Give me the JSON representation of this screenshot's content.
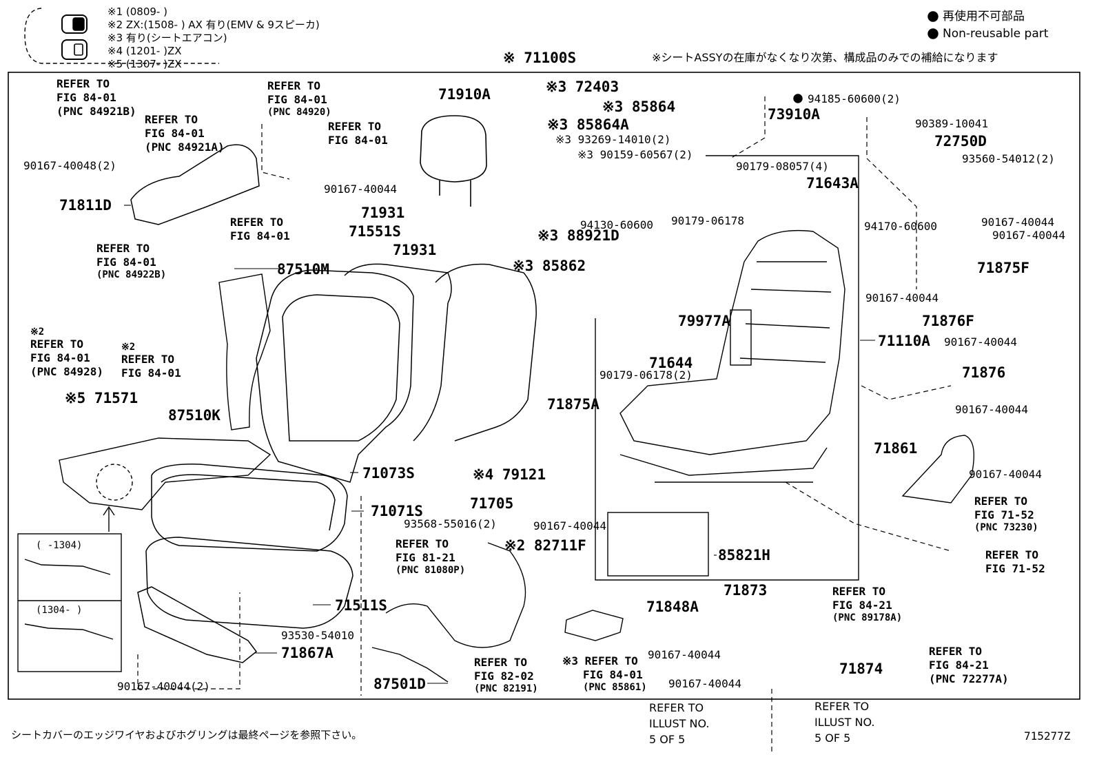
{
  "header": {
    "notes": [
      "※1 (0809-      )",
      "※2 ZX:(1508-      ) AX 有り(EMV & 9スピーカ)",
      "※3 有り(シートエアコン)",
      "※4 (1201-      )ZX",
      "※5 (1307-      )ZX"
    ],
    "assembly": "※ 71100S",
    "supply_note": "※シートASSYの在庫がなくなり次第、構成品のみでの補給になります",
    "legend_jp": "再使用不可部品",
    "legend_en": "Non-reusable part"
  },
  "footer": {
    "note_jp": "シートカバーのエッジワイヤおよびホグリングは最終ページを参照下さい。",
    "illust_number": "715277Z",
    "ref_left": [
      "REFER TO",
      "ILLUST NO.",
      "5 OF 5"
    ],
    "ref_right": [
      "REFER TO",
      "ILLUST NO.",
      "5 OF 5"
    ]
  },
  "inset": {
    "top_label": "(      -1304)",
    "bottom_label": "(1304-      )"
  },
  "refs": {
    "r1": [
      "REFER TO",
      "FIG 84-01",
      "(PNC 84921B)"
    ],
    "r2": [
      "REFER TO",
      "FIG 84-01",
      "(PNC 84921A)"
    ],
    "r3": [
      "REFER TO",
      "FIG 84-01",
      "(PNC 84920)"
    ],
    "r4": [
      "REFER TO",
      "FIG 84-01"
    ],
    "r5": [
      "REFER TO",
      "FIG 84-01"
    ],
    "r6": [
      "REFER TO",
      "FIG 84-01",
      "(PNC 84922B)"
    ],
    "r7": [
      "※2",
      "REFER TO",
      "FIG 84-01",
      "(PNC 84928)"
    ],
    "r8": [
      "※2",
      "REFER TO",
      "FIG 84-01"
    ],
    "r9": [
      "REFER TO",
      "FIG 81-21",
      "(PNC 81080P)"
    ],
    "r10": [
      "REFER TO",
      "FIG 82-02",
      "(PNC 82191)"
    ],
    "r11": [
      "※3 REFER TO",
      "FIG 84-01",
      "(PNC 85861)"
    ],
    "r12": [
      "REFER TO",
      "FIG 71-52",
      "(PNC 73230)"
    ],
    "r13": [
      "REFER TO",
      "FIG 71-52"
    ],
    "r14": [
      "REFER TO",
      "FIG 84-21",
      "(PNC 89178A)"
    ],
    "r15": [
      "REFER TO",
      "FIG 84-21",
      "(PNC 72277A)"
    ]
  },
  "parts": {
    "p71910A": "71910A",
    "p72403": "※3 72403",
    "p85864": "※3 85864",
    "p85864A": "※3 85864A",
    "p93269": "※3 93269-14010(2)",
    "p90159": "※3 90159-60567(2)",
    "p94130": "94130-60600",
    "p88921D": "※3 88921D",
    "p85862": "※3 85862",
    "p73910A": "73910A",
    "p94185": "94185-60600(2)",
    "p90389": "90389-10041",
    "p72750D": "72750D",
    "p93560": "93560-54012(2)",
    "p90167_48": "90167-40048(2)",
    "p90167_a": "90167-40044",
    "p71811D": "71811D",
    "p71931a": "71931",
    "p71931b": "71931",
    "p71551S": "71551S",
    "p87510M": "87510M",
    "p90179_08057": "90179-08057(4)",
    "p71643A": "71643A",
    "p90179_06178": "90179-06178",
    "p94170": "94170-60600",
    "p90167_b": "90167-40044",
    "p90167_c": "90167-40044",
    "p71875F": "71875F",
    "p79977A": "79977A",
    "p90167_d": "90167-40044",
    "p71876F": "71876F",
    "p90167_e": "90167-40044",
    "p71644": "71644",
    "p90179_06178_2": "90179-06178(2)",
    "p71110A": "71110A",
    "p71876": "71876",
    "p90167_f": "90167-40044",
    "p71571": "※5 71571",
    "p87510K": "87510K",
    "p71875A": "71875A",
    "p71073S": "71073S",
    "p79121": "※4 79121",
    "p71705": "71705",
    "p71861": "71861",
    "p90167_g": "90167-40044",
    "p71071S": "71071S",
    "p93568": "93568-55016(2)",
    "p90167_h": "90167-40044",
    "p82711F": "※2 82711F",
    "p85821H": "85821H",
    "p71511S": "71511S",
    "p71873": "71873",
    "p71848A": "71848A",
    "p93530": "93530-54010",
    "p71867A": "71867A",
    "p90167_i": "90167-40044",
    "p90167_j": "90167-40044",
    "p71874": "71874",
    "p87501D": "87501D",
    "p90167_44_2": "90167-40044(2)"
  }
}
